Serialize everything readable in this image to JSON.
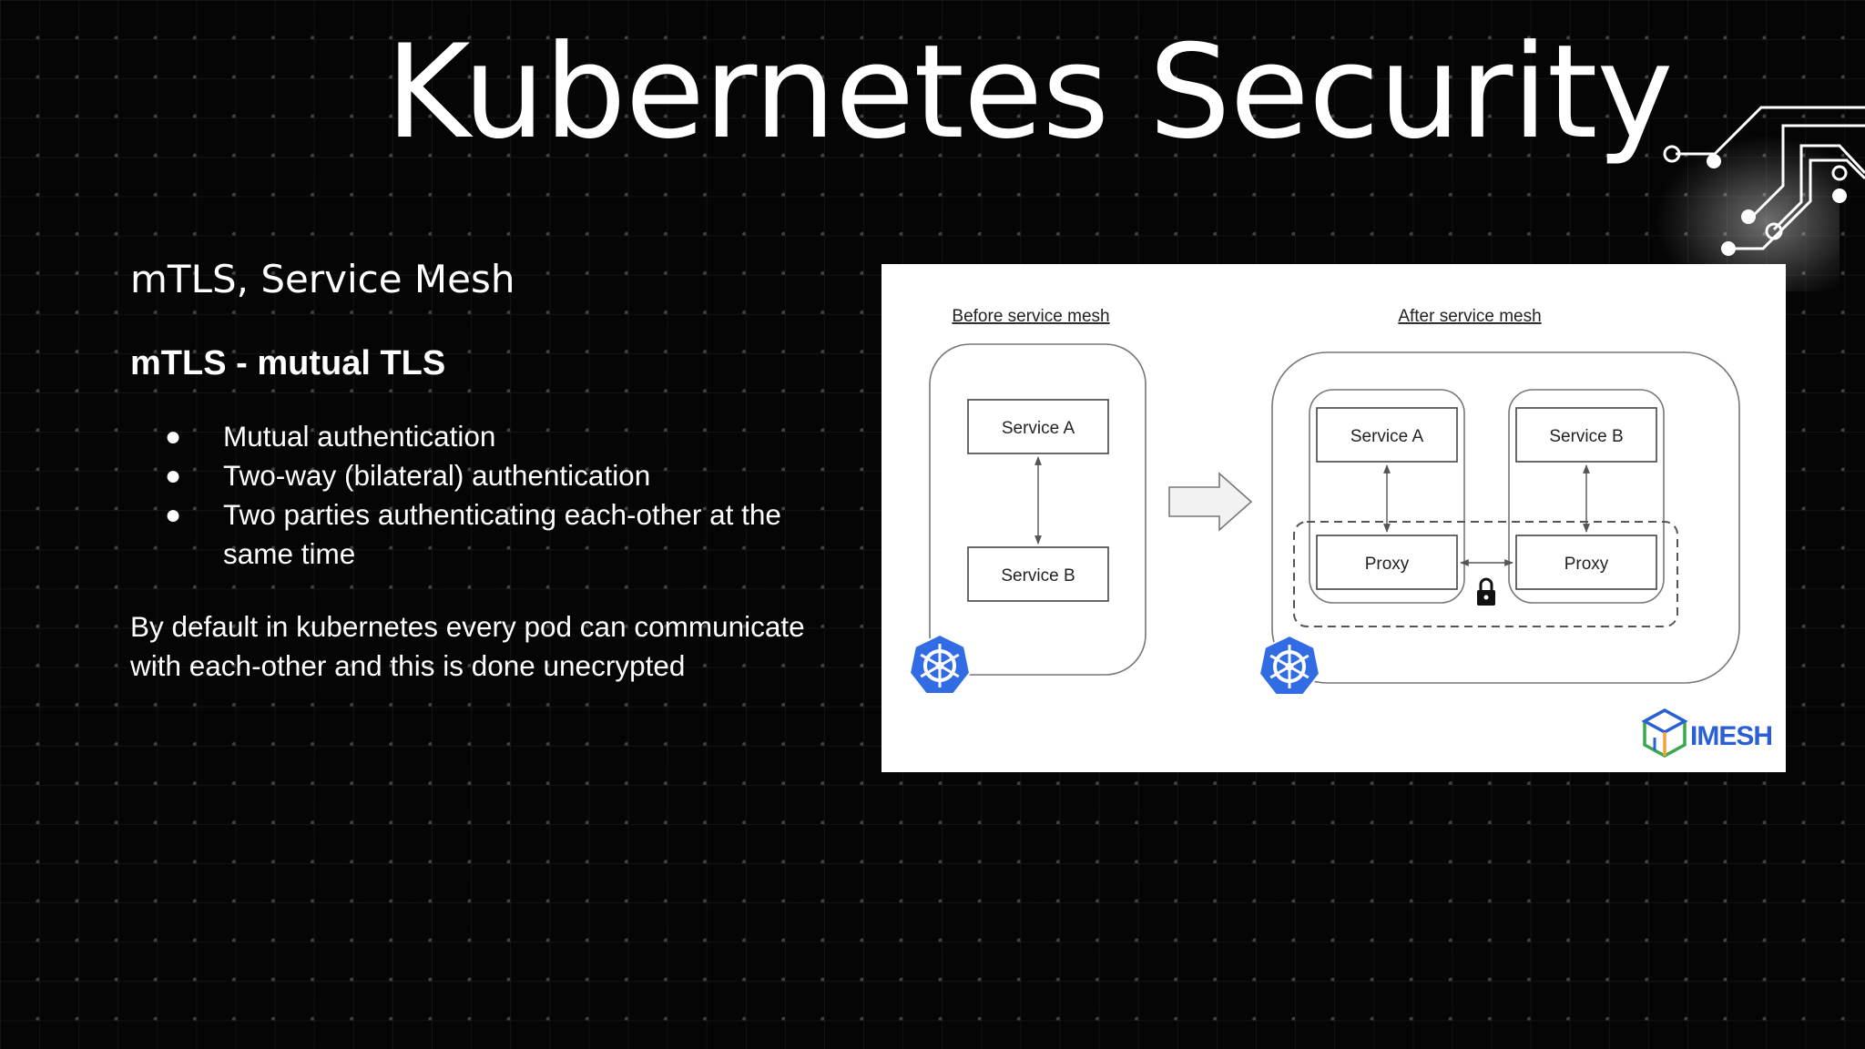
{
  "title": "Kubernetes Security",
  "subtitle": "mTLS, Service Mesh",
  "heading": "mTLS - mutual TLS",
  "bullets": [
    "Mutual authentication",
    "Two-way (bilateral) authentication",
    "Two parties authenticating each-other at the same time"
  ],
  "paragraph": "By default in kubernetes every pod can communicate with each-other and this is done unecrypted",
  "diagram": {
    "before": {
      "title": "Before service mesh",
      "service_a": "Service A",
      "service_b": "Service B"
    },
    "after": {
      "title": "After service mesh",
      "service_a": "Service A",
      "service_b": "Service B",
      "proxy_a": "Proxy",
      "proxy_b": "Proxy"
    },
    "brand": "IMESH",
    "icons": [
      "kubernetes-logo-icon",
      "arrow-right-icon",
      "lock-icon",
      "imesh-logo-icon",
      "circuit-decoration"
    ],
    "colors": {
      "background": "#050505",
      "text": "#ffffff",
      "kubernetes_blue": "#326ce5",
      "imesh_blue": "#2a5fd8",
      "imesh_green": "#3aa84a"
    }
  }
}
